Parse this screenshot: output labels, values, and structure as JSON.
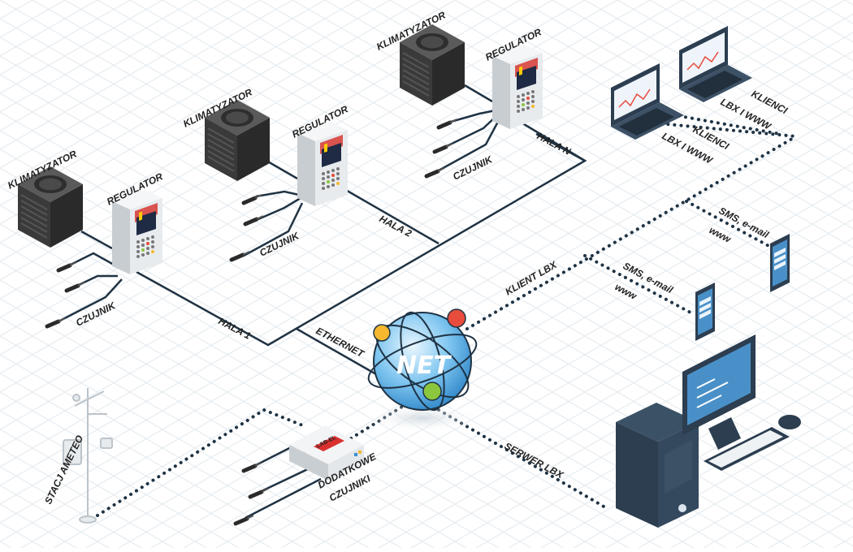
{
  "labels": {
    "klimatyzator": "KLIMATYZATOR",
    "regulator": "REGULATOR",
    "czujnik": "CZUJNIK",
    "hala_1": "HALA 1",
    "hala_2": "HALA 2",
    "hala_n": "HALA N",
    "ethernet": "ETHERNET",
    "net": "NET",
    "klient_lbx": "KLIENT LBX",
    "serwer_lbx": "SERWER LBX",
    "klienci": "KLIENCI",
    "lbx_www": "LBX I WWW",
    "sms_email": "SMS, e-mail",
    "www": "www",
    "stacja": "STACJ AMETEO",
    "dodatkowe": "DODATKOWE",
    "czujniki": "CZUJNIKI",
    "device_brand": "LAB-EL"
  },
  "colors": {
    "line": "#1f3344",
    "dotted": "#1f3344",
    "grid": "#dbe4ea",
    "unit_dark": "#3b3b3b",
    "regulator_body": "#e9ecef",
    "globe": "#5eb3e8",
    "node_red": "#e74c3c",
    "node_yellow": "#f5b82e",
    "node_green": "#8cc63f",
    "pc_dark": "#2c3e50",
    "screen_blue": "#4a90c8"
  }
}
